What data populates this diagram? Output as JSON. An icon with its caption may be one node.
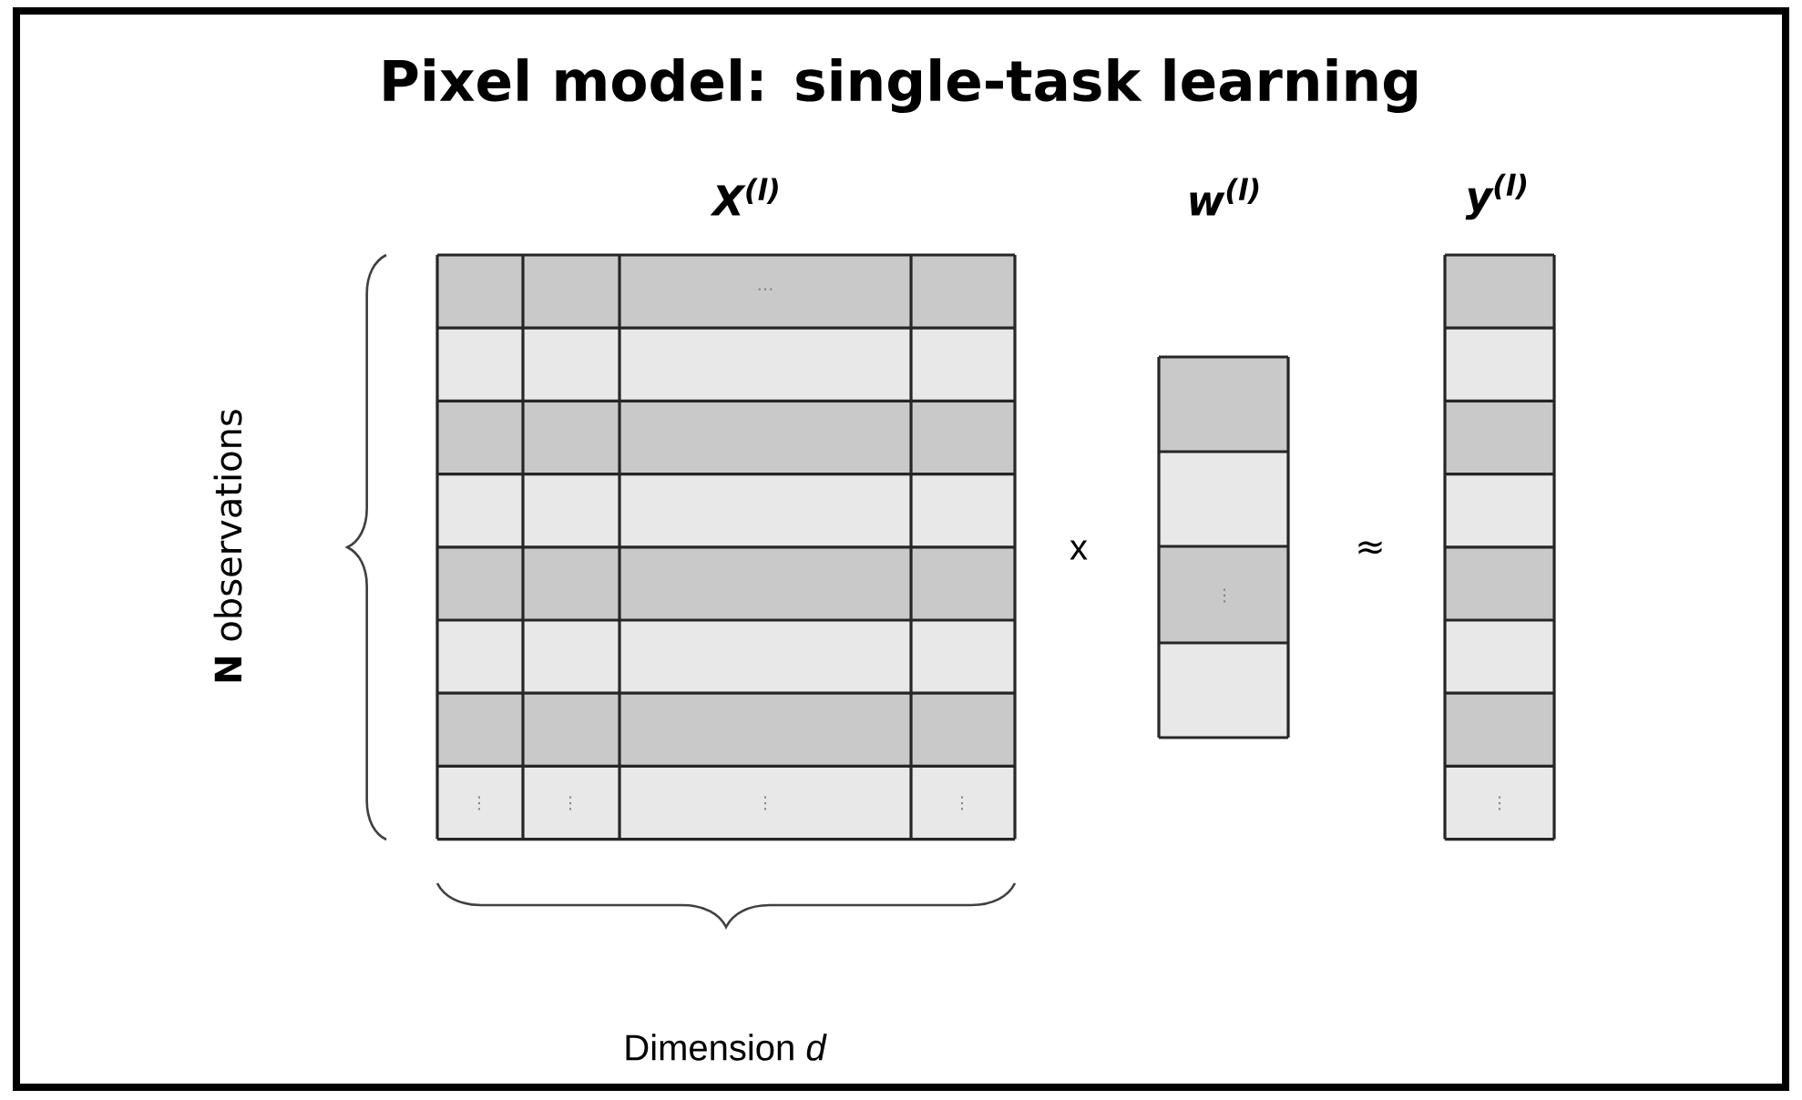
{
  "diagram": {
    "title": "Pixel model: single-task learning",
    "labels": [
      "X$^{(l)}$",
      "w$^{(l)}$",
      "y$^{(l)}$",
      "⋯",
      "**N** observations",
      "x",
      "⋮",
      "≈",
      "⋮",
      "⋮",
      "⋮",
      "⋮",
      "⋮",
      "Dimension *d*"
    ]
  }
}
